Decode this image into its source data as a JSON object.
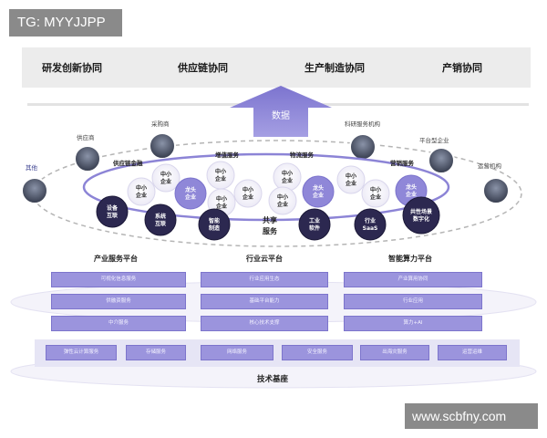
{
  "watermark_top": "TG: MYYJJPP",
  "watermark_bottom": "www.scbfny.com",
  "collaboration": [
    "研发创新协同",
    "供应链协同",
    "生产制造协同",
    "产销协同"
  ],
  "data_arrow_label": "数据",
  "outer_entities": [
    "其他",
    "供应商",
    "采购商",
    "科研服务机构",
    "平台型企业",
    "运营机构"
  ],
  "service_labels": [
    "供应链金融",
    "增值服务",
    "物流服务",
    "营销服务"
  ],
  "sme_label": "中小\n企业",
  "leader_label": "龙头\n企业",
  "shared_items": [
    "设备\n互联",
    "系统\n互联",
    "智能\n制造",
    "工业\n软件",
    "行业\nSaaS",
    "共性场景\n数字化"
  ],
  "shared_service_label": "共享\n服务",
  "platforms": [
    {
      "title": "产业服务平台",
      "items": [
        "可视化信息服务",
        "供融资服务",
        "中介服务"
      ]
    },
    {
      "title": "行业云平台",
      "items": [
        "行业应用生态",
        "基础平台能力",
        "核心技术支撑"
      ]
    },
    {
      "title": "智能算力平台",
      "items": [
        "产业算用协同",
        "行业应用",
        "算力+AI"
      ]
    }
  ],
  "infra_items": [
    "弹性云计算服务",
    "存储服务",
    "网络服务",
    "安全服务",
    "出海灾服务",
    "运营运维"
  ],
  "infra_title": "技术基座",
  "colors": {
    "accent": "#8c84d6",
    "dark_node": "#2c2850",
    "leader_node": "#8f87d8",
    "box": "#9b94dd"
  }
}
